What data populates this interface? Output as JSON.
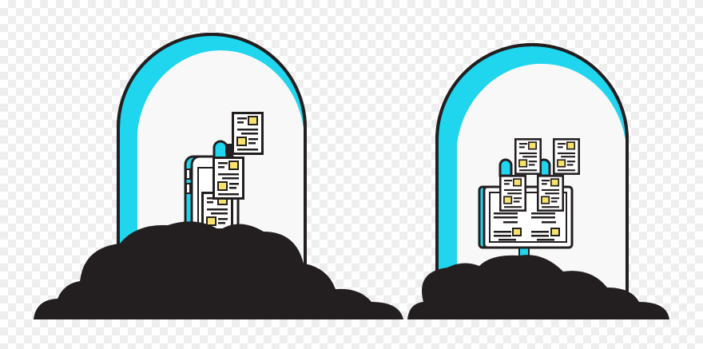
{
  "illustration": {
    "colors": {
      "outline": "#231f20",
      "accent": "#1fd6ee",
      "paper": "#ffffff",
      "highlight": "#f7e36b",
      "arch_fill": "#f8f8f8"
    },
    "scenes": [
      {
        "name": "mobile-documents",
        "device": "smartphone",
        "document_count": 3
      },
      {
        "name": "desktop-documents",
        "device": "monitor",
        "document_count": 4
      }
    ]
  }
}
